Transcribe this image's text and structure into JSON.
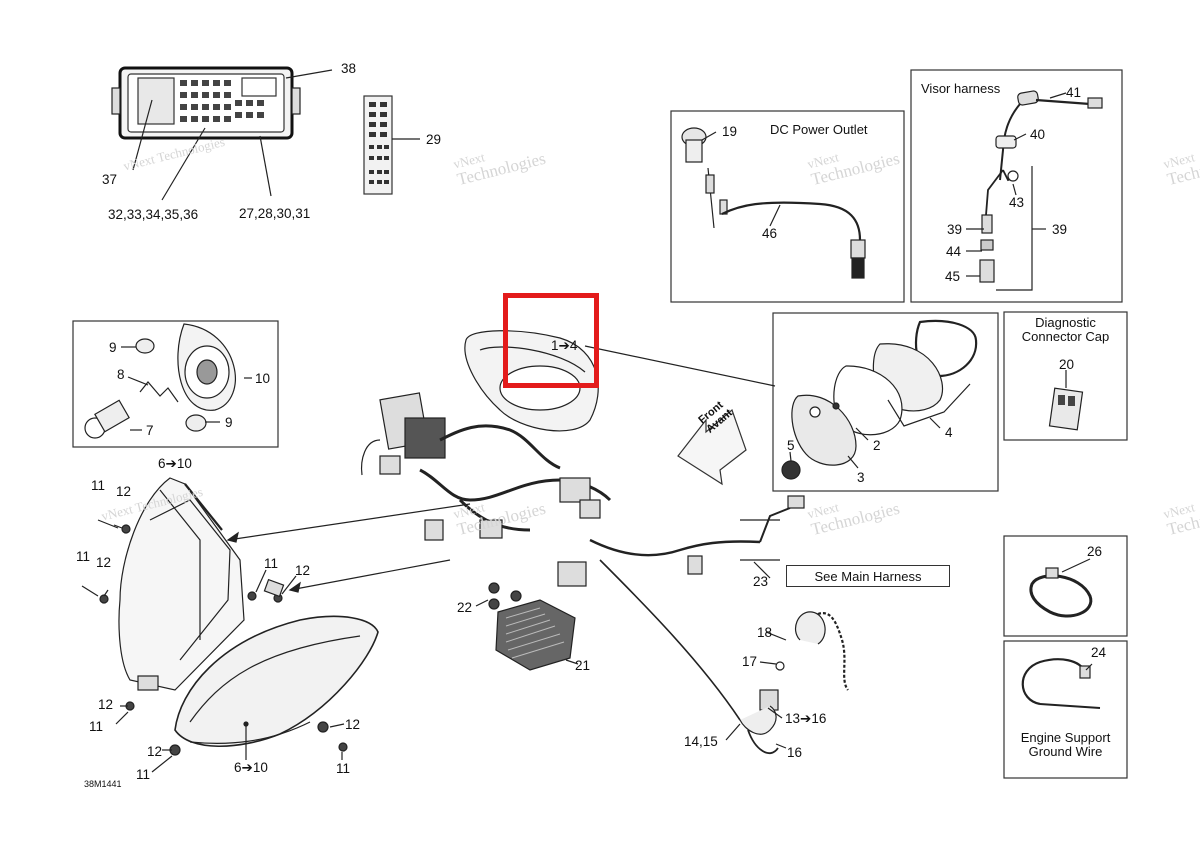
{
  "diagram_code": "38M1441",
  "boxes": {
    "dc_power_outlet": "DC Power Outlet",
    "visor_harness": "Visor harness",
    "diagnostic_connector_cap": "Diagnostic Connector Cap",
    "engine_support_ground_wire": "Engine Support Ground Wire"
  },
  "see_main_harness": "See Main Harness",
  "direction": {
    "en": "Front",
    "fr": "Avant"
  },
  "watermark": {
    "line1": "vNext",
    "line2": "Technologies",
    "single": "vNext Technologies"
  },
  "callouts": {
    "c38": "38",
    "c29": "29",
    "c37": "37",
    "c32_36": "32,33,34,35,36",
    "c27_31": "27,28,30,31",
    "c19": "19",
    "c46": "46",
    "c41": "41",
    "c40": "40",
    "c43": "43",
    "c39a": "39",
    "c39b": "39",
    "c44": "44",
    "c45": "45",
    "c1_4": "1➔4",
    "c9a": "9",
    "c10": "10",
    "c8": "8",
    "c7": "7",
    "c9b": "9",
    "c6_10a": "6➔10",
    "c5": "5",
    "c2": "2",
    "c3": "3",
    "c4": "4",
    "c20": "20",
    "c11a": "11",
    "c12a": "12",
    "c11b": "11",
    "c12b": "12",
    "c11c": "11",
    "c12c": "12",
    "c12d": "12",
    "c11d": "11",
    "c12e": "12",
    "c11e": "11",
    "c6_10b": "6➔10",
    "c12f": "12",
    "c11f": "11",
    "c22": "22",
    "c21": "21",
    "c23": "23",
    "c18": "18",
    "c17": "17",
    "c13_16": "13➔16",
    "c14_15": "14,15",
    "c16": "16",
    "c26": "26",
    "c24": "24"
  }
}
